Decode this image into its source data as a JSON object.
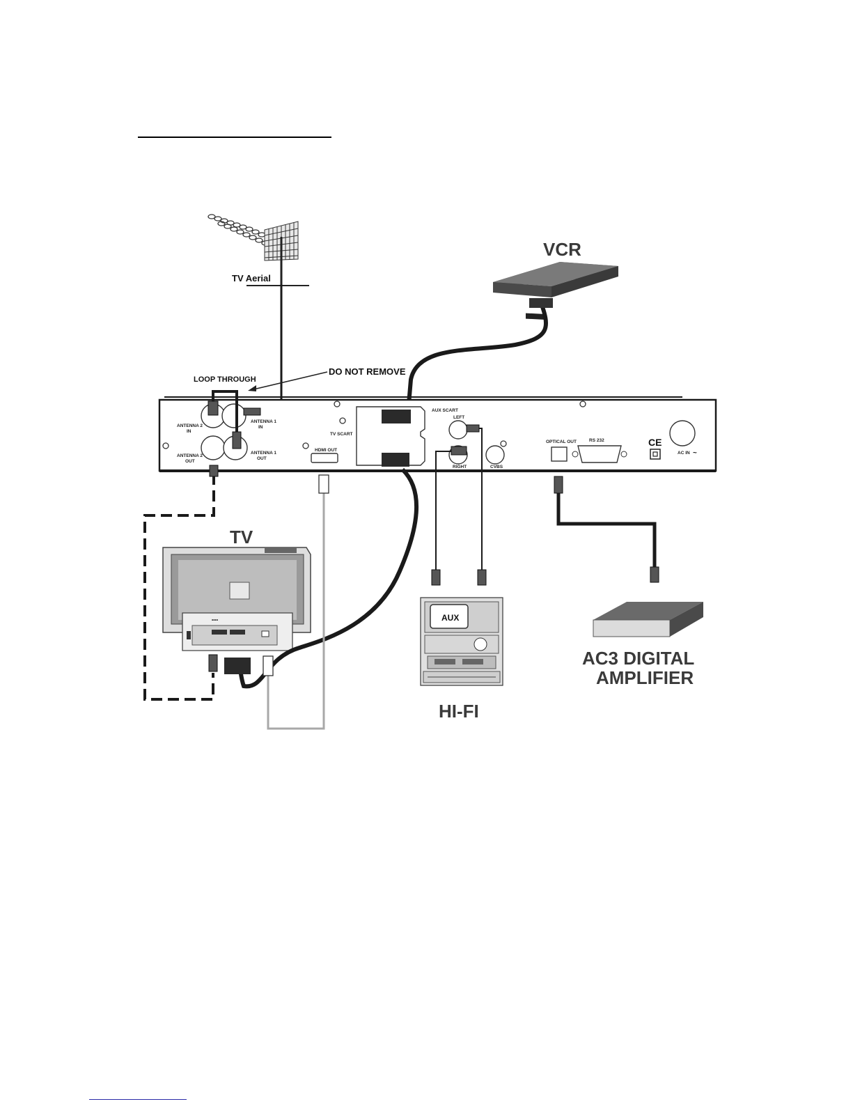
{
  "labels": {
    "tv_aerial": "TV  Aerial",
    "vcr": "VCR",
    "loop_through": "LOOP THROUGH",
    "do_not_remove": "DO NOT REMOVE",
    "tv": "TV",
    "hifi": "HI-FI",
    "amp_line1": "AC3 DIGITAL",
    "amp_line2": "AMPLIFIER"
  },
  "panel": {
    "antenna2_in_1": "ANTENNA 2",
    "antenna2_in_2": "IN",
    "antenna2_out_1": "ANTENNA 2",
    "antenna2_out_2": "OUT",
    "antenna1_in_1": "ANTENNA 1",
    "antenna1_in_2": "IN",
    "antenna1_out_1": "ANTENNA 1",
    "antenna1_out_2": "OUT",
    "hdmi_out": "HDMI OUT",
    "tv_scart": "TV SCART",
    "aux_scart": "AUX SCART",
    "left": "LEFT",
    "right": "RIGHT",
    "cvbs": "CVBS",
    "optical_out": "OPTICAL OUT",
    "rs232": "RS 232",
    "ac_in": "AC IN",
    "ce_mark": "CE"
  },
  "hifi": {
    "aux": "AUX"
  },
  "colors": {
    "cable_dark": "#1a1a1a",
    "cable_grey": "#a8a8a8",
    "panel_fill": "#ffffff",
    "device_grey": "#6a6a6a"
  }
}
